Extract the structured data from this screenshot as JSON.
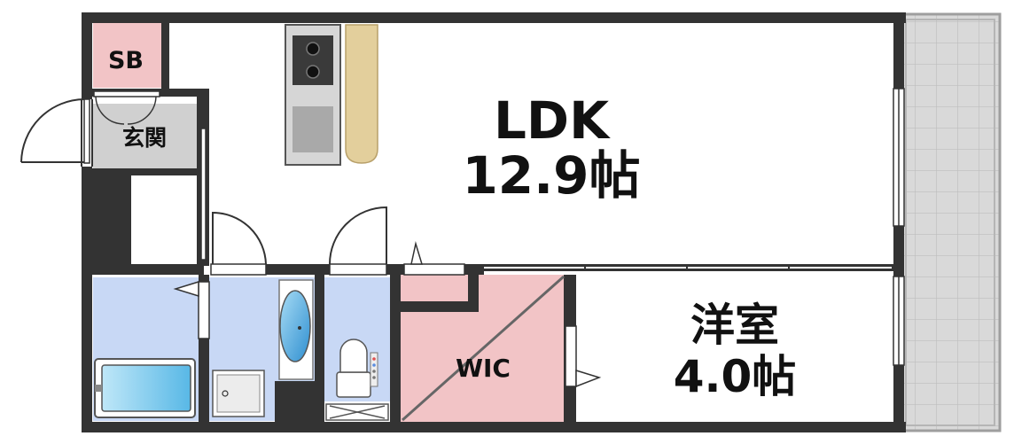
{
  "rooms": {
    "ldk": {
      "name": "LDK",
      "size": "12.9帖",
      "color": "#ffffff"
    },
    "western": {
      "name": "洋室",
      "size": "4.0帖",
      "color": "#ffffff"
    },
    "wic": {
      "name": "WIC",
      "color": "#f2c4c6"
    },
    "sb": {
      "name": "SB",
      "color": "#f2c4c6"
    },
    "entrance": {
      "name": "玄関",
      "color": "#d0d0d0"
    },
    "bath": {
      "color": "#c8d8f5"
    }
  },
  "colors": {
    "wall": "#333333",
    "balcony": "#d9d9d9",
    "counter": "#e3cf9c",
    "bathtub": "#8fd3f2"
  }
}
